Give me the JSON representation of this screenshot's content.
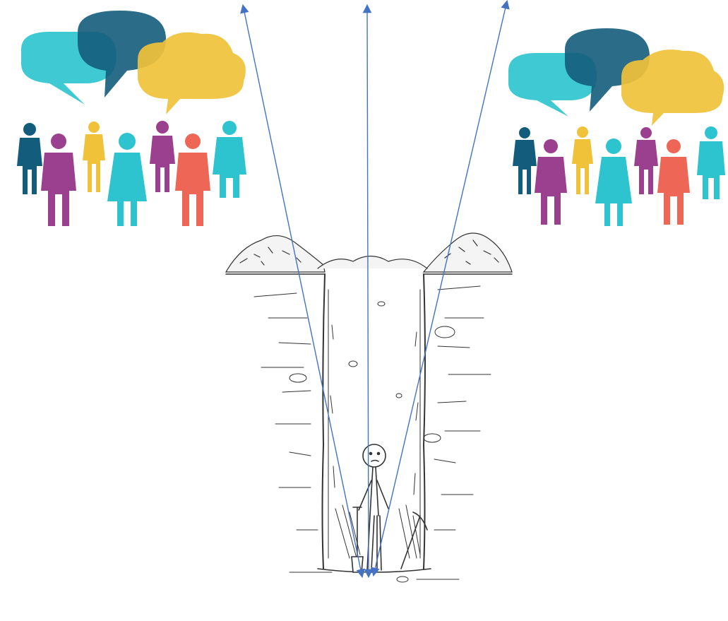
{
  "palette": {
    "teal": "#2ec4cf",
    "navy": "#145c7c",
    "gold": "#f0c23a",
    "purple": "#9b3f8f",
    "coral": "#ee6655",
    "arrow": "#4472c4",
    "ink": "#333333"
  },
  "crowd_left": {
    "bubbles": [
      "teal",
      "navy",
      "gold"
    ],
    "people": [
      "navy",
      "purple",
      "gold",
      "teal",
      "purple",
      "coral",
      "teal"
    ]
  },
  "crowd_right": {
    "bubbles": [
      "teal",
      "navy",
      "gold"
    ],
    "people": [
      "navy",
      "purple",
      "gold",
      "teal",
      "purple",
      "coral",
      "teal"
    ]
  },
  "arrows": [
    {
      "from": "person-in-pit",
      "to": "crowd-left"
    },
    {
      "from": "person-in-pit",
      "to": "sky-center"
    },
    {
      "from": "person-in-pit",
      "to": "crowd-right"
    }
  ]
}
